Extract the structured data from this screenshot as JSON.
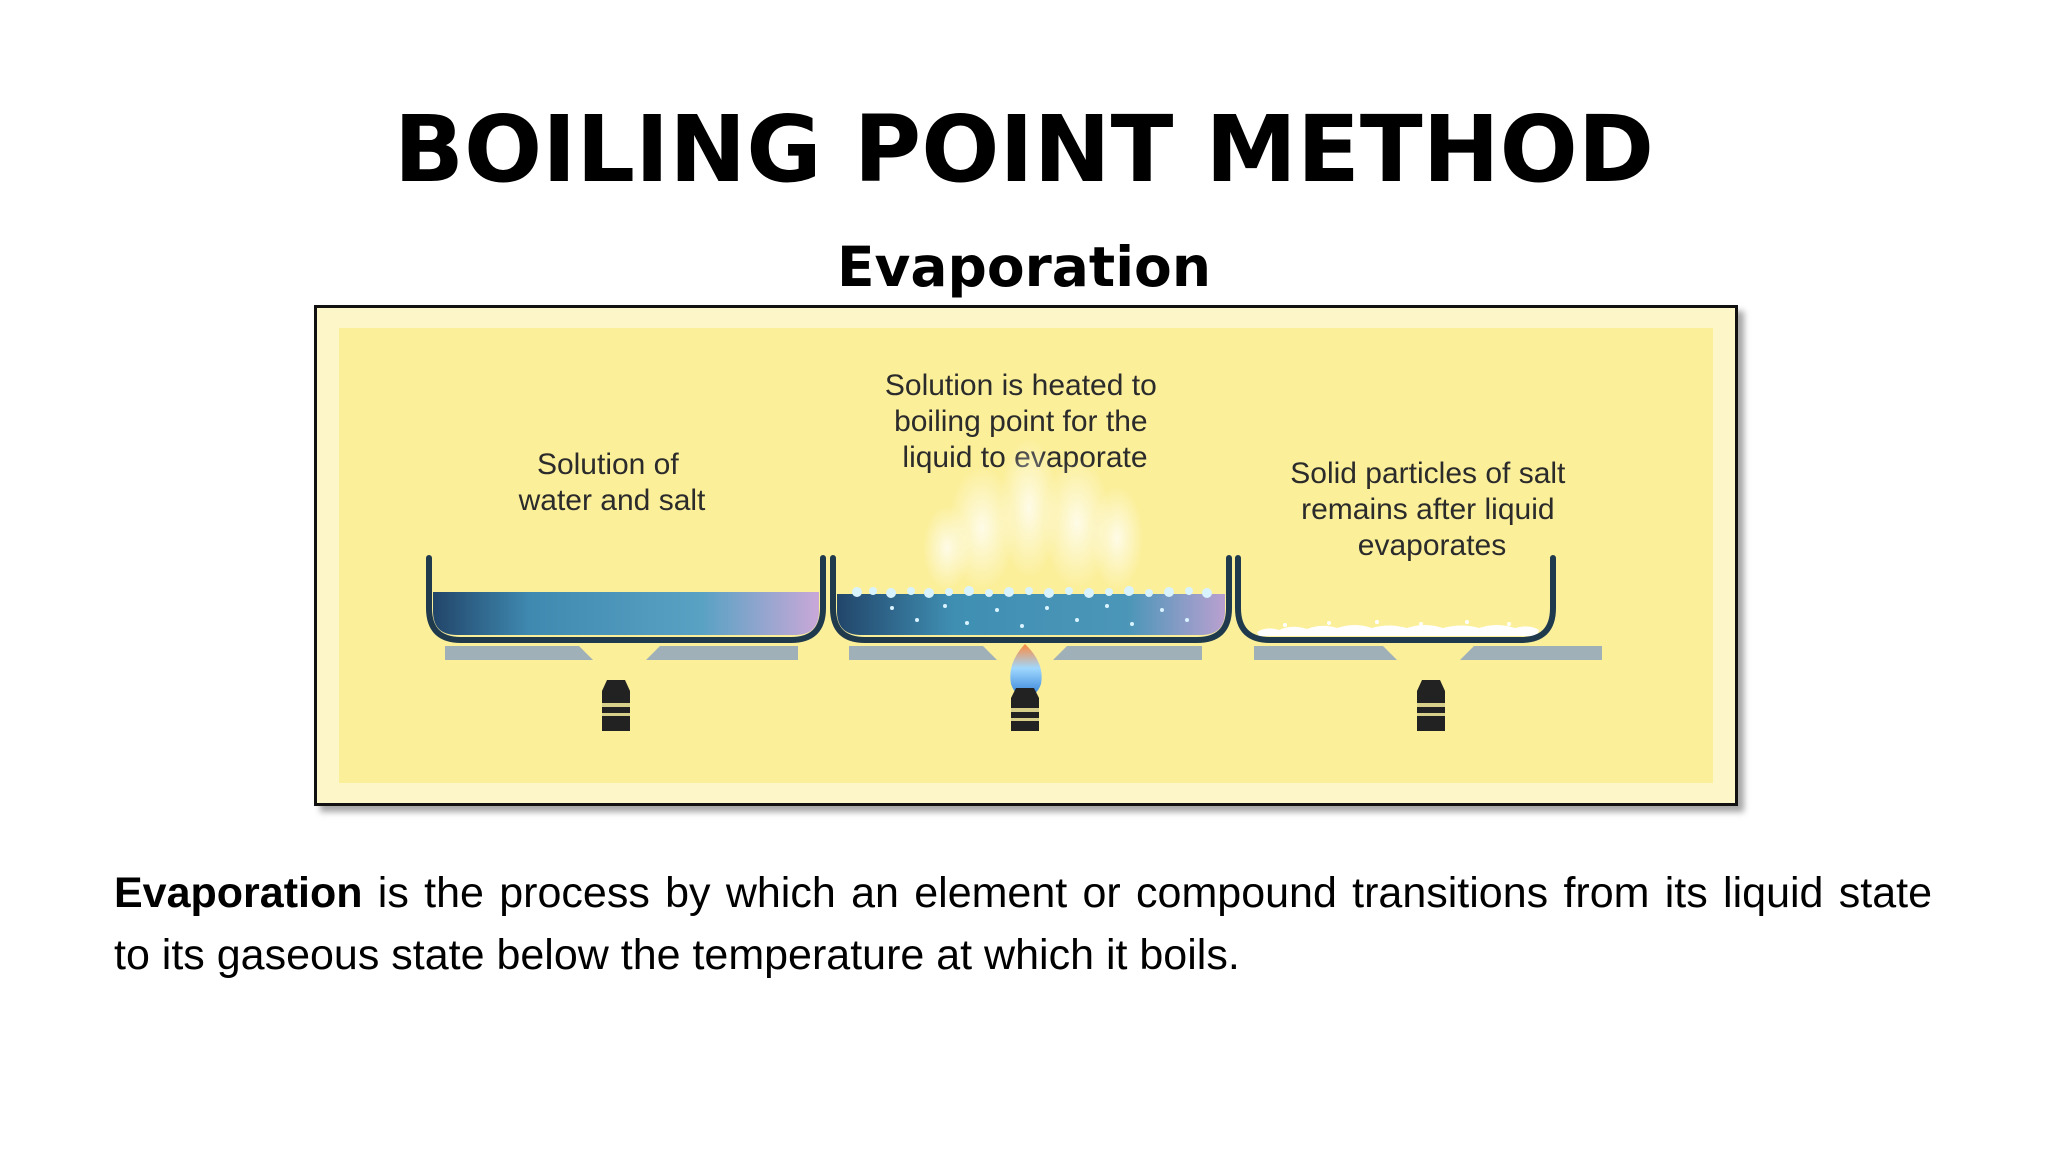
{
  "slide": {
    "title": "BOILING POINT METHOD",
    "subtitle": "Evaporation"
  },
  "diagram": {
    "stages": [
      {
        "label_lines": [
          "Solution of",
          "water and salt"
        ],
        "state": "solution",
        "burner_lit": false
      },
      {
        "label_lines": [
          "Solution is heated to",
          "boiling point for the",
          "liquid to evaporate"
        ],
        "state": "boiling",
        "burner_lit": true
      },
      {
        "label_lines": [
          "Solid particles of salt",
          "remains after liquid",
          "evaporates"
        ],
        "state": "residue",
        "burner_lit": false
      }
    ],
    "colors": {
      "background": "#fbef9a",
      "frame_inner": "#fdf6c8",
      "pan_outline": "#1f3a4d",
      "liquid": "#3f89b0",
      "liquid_light": "#c3a9d6",
      "stand": "#9fb0b8",
      "burner": "#222222",
      "flame": "#6fc6ff"
    }
  },
  "definition": {
    "term": "Evaporation",
    "text": " is the process by which an element or compound transitions from its liquid state to its gaseous state below the temperature at which it boils."
  }
}
